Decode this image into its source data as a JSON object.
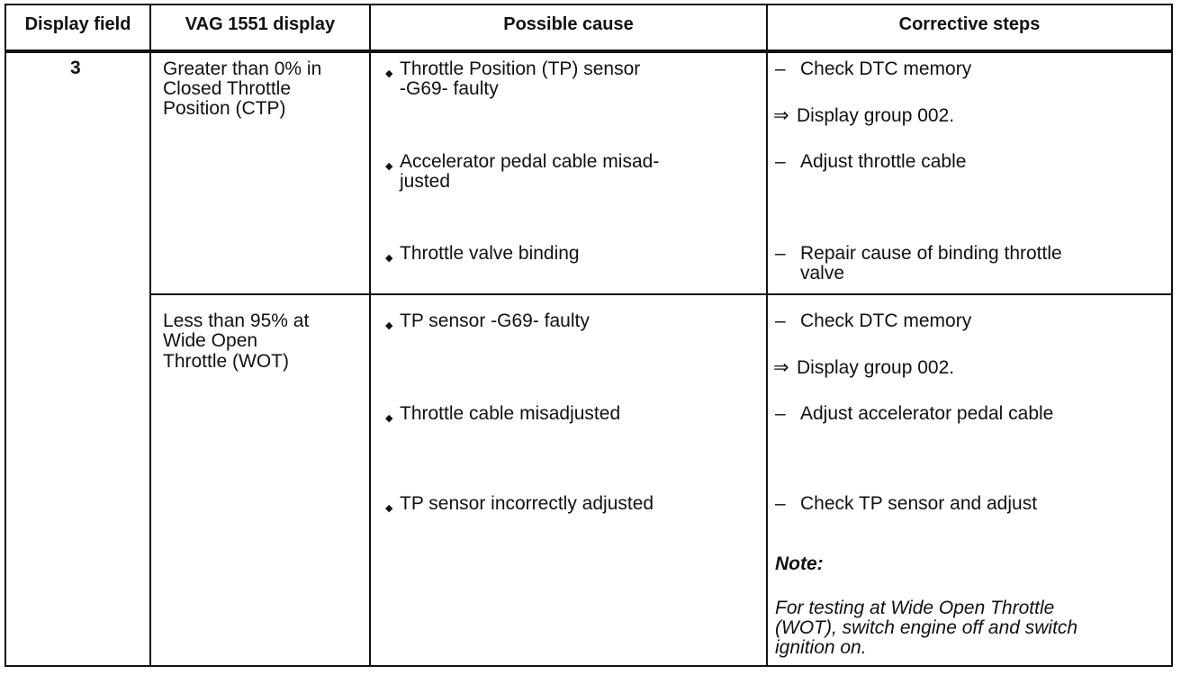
{
  "headers": {
    "display_field": "Display field",
    "vag_display": "VAG 1551 display",
    "possible_cause": "Possible cause",
    "corrective_steps": "Corrective steps"
  },
  "field_number": "3",
  "rows": [
    {
      "display_lines": [
        "Greater than 0% in",
        "Closed Throttle",
        "Position (CTP)"
      ],
      "causes": [
        {
          "lines": [
            "Throttle Position (TP) sensor",
            "-G69- faulty"
          ]
        },
        {
          "lines": [
            "Accelerator pedal cable misad-",
            "justed"
          ]
        },
        {
          "lines": [
            "Throttle valve binding"
          ]
        }
      ],
      "steps": [
        {
          "text": "Check DTC memory"
        },
        {
          "arrow_text": "Display group 002."
        },
        {
          "text": "Adjust throttle cable"
        },
        {
          "lines": [
            "Repair cause of binding throttle",
            "valve"
          ]
        }
      ]
    },
    {
      "display_lines": [
        "Less than 95% at",
        "Wide Open",
        "Throttle (WOT)"
      ],
      "causes": [
        {
          "lines": [
            "TP sensor -G69- faulty"
          ]
        },
        {
          "lines": [
            "Throttle cable misadjusted"
          ]
        },
        {
          "lines": [
            "TP sensor incorrectly adjusted"
          ]
        }
      ],
      "steps": [
        {
          "text": "Check DTC memory"
        },
        {
          "arrow_text": "Display group 002."
        },
        {
          "text": "Adjust accelerator pedal cable"
        },
        {
          "text": "Check TP sensor and adjust"
        }
      ],
      "note_label": "Note:",
      "note_lines": [
        "For testing at Wide Open Throttle",
        "(WOT), switch engine off and switch",
        "ignition on."
      ]
    }
  ],
  "dash_char": "–",
  "arrow_char": "⇒"
}
